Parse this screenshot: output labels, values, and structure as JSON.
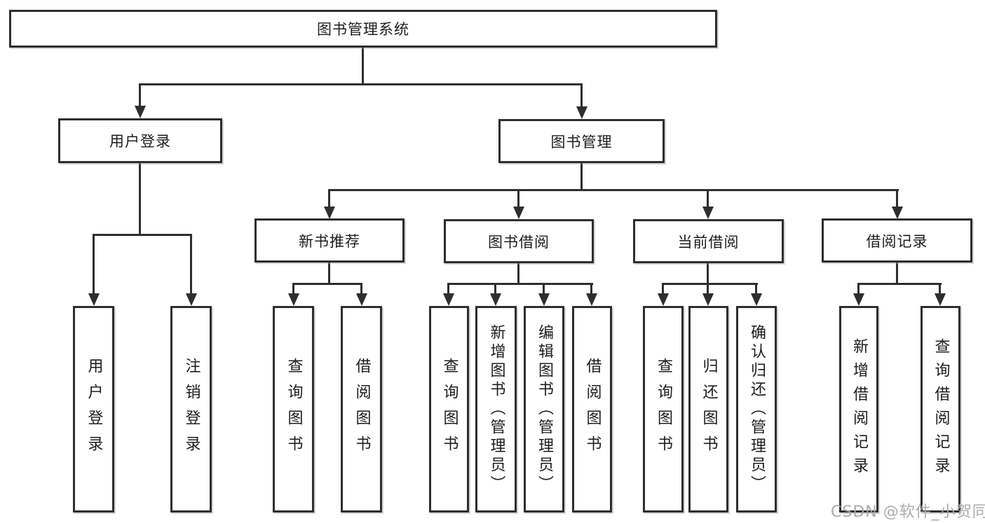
{
  "title": "图书管理系统",
  "branches": {
    "login": {
      "label": "用户登录",
      "leaves": [
        "用户登录",
        "注销登录"
      ]
    },
    "management": {
      "label": "图书管理",
      "groups": [
        {
          "label": "新书推荐",
          "leaves": [
            "查询图书",
            "借阅图书"
          ]
        },
        {
          "label": "图书借阅",
          "leaves": [
            "查询图书",
            "新增图书（管理员）",
            "编辑图书（管理员）",
            "借阅图书"
          ]
        },
        {
          "label": "当前借阅",
          "leaves": [
            "查询图书",
            "归还图书",
            "确认归还（管理员）"
          ]
        },
        {
          "label": "借阅记录",
          "leaves": [
            "新增借阅记录",
            "查询借阅记录"
          ]
        }
      ]
    }
  },
  "watermark": "CSDN @软件_小贺同学",
  "colors": {
    "line": "#2e2e2e",
    "text": "#1d1d1f",
    "background": "#ffffff",
    "watermark": "#a8a8a8"
  }
}
